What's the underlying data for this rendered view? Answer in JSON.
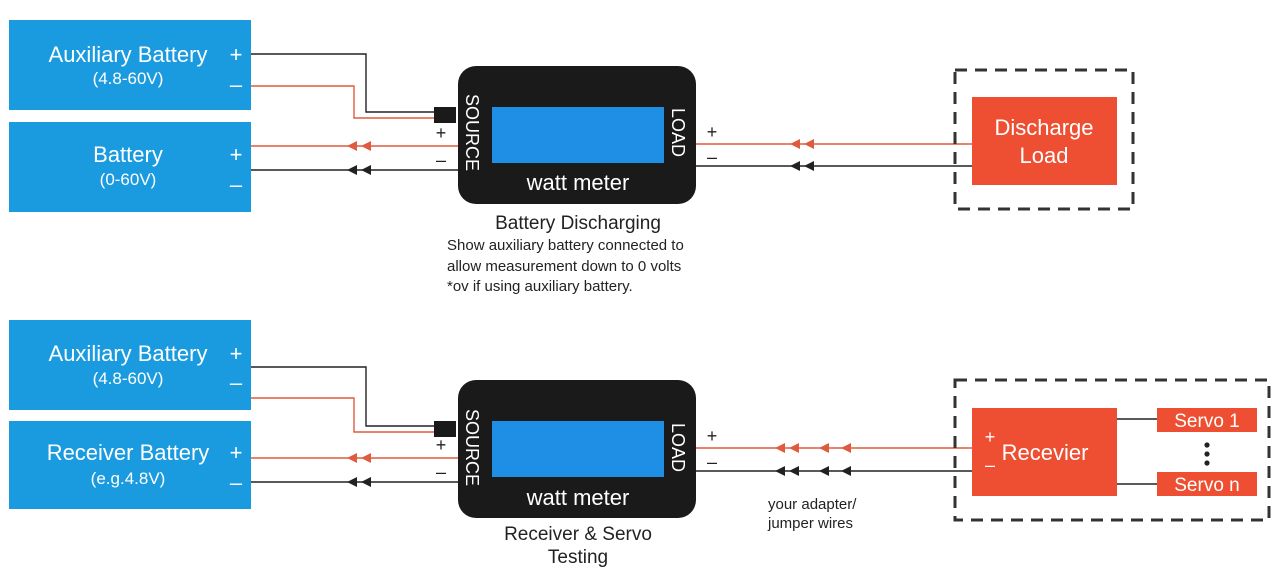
{
  "colors": {
    "battery_blue": "#1a9be0",
    "meter_body": "#1a1a1a",
    "meter_screen": "#1f8fe6",
    "load_orange": "#ee4f32",
    "wire_red": "#e05a3f",
    "wire_black": "#222222"
  },
  "top": {
    "aux_battery": {
      "name": "Auxiliary Battery",
      "range": "(4.8-60V)",
      "plus": "+",
      "minus": "–"
    },
    "battery": {
      "name": "Battery",
      "range": "(0-60V)",
      "plus": "+",
      "minus": "–"
    },
    "meter": {
      "source": "SOURCE",
      "load": "LOAD",
      "label": "watt meter",
      "plus_left": "+",
      "minus_left": "–",
      "plus_right": "+",
      "minus_right": "–"
    },
    "load_box": {
      "line1": "Discharge",
      "line2": "Load"
    },
    "caption": {
      "title": "Battery Discharging",
      "line1": "Show auxiliary battery connected to",
      "line2": "allow measurement down to 0 volts",
      "line3": "*ov if using auxiliary battery."
    }
  },
  "bottom": {
    "aux_battery": {
      "name": "Auxiliary Battery",
      "range": "(4.8-60V)",
      "plus": "+",
      "minus": "–"
    },
    "receiver_battery": {
      "name": "Receiver Battery",
      "range": "(e.g.4.8V)",
      "plus": "+",
      "minus": "–"
    },
    "meter": {
      "source": "SOURCE",
      "load": "LOAD",
      "label": "watt meter",
      "plus_left": "+",
      "minus_left": "–",
      "plus_right": "+",
      "minus_right": "–"
    },
    "receiver": {
      "label": "Recevier",
      "plus": "+",
      "minus": "–"
    },
    "servo_1": "Servo 1",
    "servo_n": "Servo n",
    "adapter_note": {
      "line1": "your adapter/",
      "line2": "jumper wires"
    },
    "caption": {
      "line1": "Receiver & Servo",
      "line2": "Testing"
    }
  }
}
